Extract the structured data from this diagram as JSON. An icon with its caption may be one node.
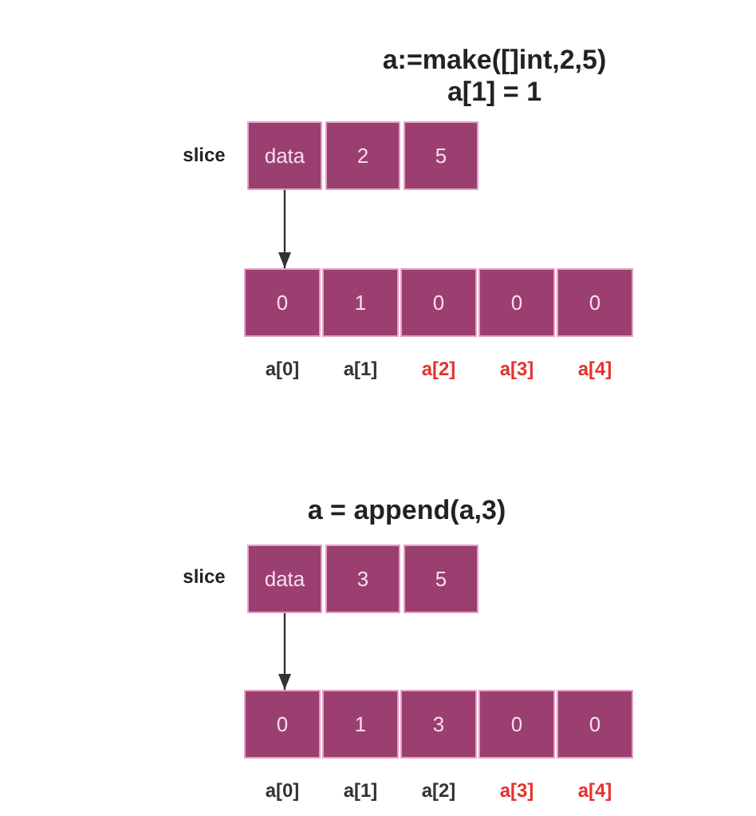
{
  "diagram": {
    "nodes": [
      {
        "text": [
          "data"
        ]
      },
      {
        "text": [
          "2"
        ]
      },
      {
        "text": [
          "5"
        ]
      },
      {
        "text": [
          "0"
        ],
        "beside": [
          "a[0]"
        ]
      },
      {
        "text": [
          "1"
        ],
        "beside": [
          "a[1]"
        ]
      },
      {
        "text": [
          "0"
        ],
        "beside": [
          "a[2]"
        ]
      },
      {
        "text": [
          "0"
        ],
        "beside": [
          "a[3]"
        ]
      },
      {
        "text": [
          "0"
        ],
        "beside": [
          "a[4]"
        ]
      },
      {
        "text": [
          "data"
        ]
      },
      {
        "text": [
          "3"
        ]
      },
      {
        "text": [
          "5"
        ]
      },
      {
        "text": [
          "0"
        ],
        "beside": [
          "a[0]"
        ]
      },
      {
        "text": [
          "1"
        ],
        "beside": [
          "a[1]"
        ]
      },
      {
        "text": [
          "3"
        ],
        "beside": [
          "a[2]"
        ]
      },
      {
        "text": [
          "0"
        ],
        "beside": [
          "a[3]"
        ]
      },
      {
        "text": [
          "0"
        ],
        "beside": [
          "a[4]"
        ]
      }
    ],
    "edges": [
      {
        "from": 0,
        "to": 3,
        "arrow": "to"
      },
      {
        "from": 8,
        "to": 11,
        "arrow": "to"
      }
    ],
    "labels": [
      "a:=make([]int,2,5)",
      "a[1] = 1",
      "slice",
      "a = append(a,3)",
      "slice"
    ]
  }
}
